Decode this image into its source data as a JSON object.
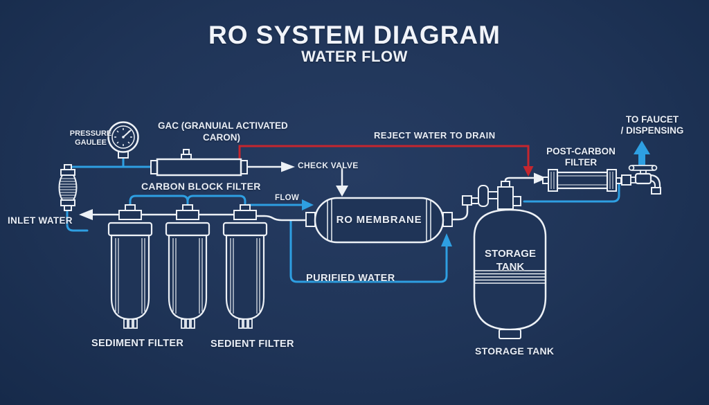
{
  "diagram": {
    "title": "RO SYSTEM DIAGRAM",
    "subtitle": "WATER FLOW",
    "labels": {
      "pressure_gauge_line1": "PRESSURE",
      "pressure_gauge_line2": "GAULEE",
      "gac_line1": "GAC (GRANUIAL ACTIVATED",
      "gac_line2": "CARON)",
      "carbon_block": "CARBON BLOCK FILTER",
      "check_valve": "CHECK VALVE",
      "reject_water": "REJECT WATER TO DRAIN",
      "flow": "FLOW",
      "ro_membrane": "RO MEMBRANE",
      "inlet_water": "INLET WATER",
      "purified_water": "PURIFIED WATER",
      "post_carbon_line1": "POST-CARBON",
      "post_carbon_line2": "FILTER",
      "to_faucet_line1": "TO FAUCET",
      "to_faucet_line2": "/ DISPENSING",
      "storage_tank_inside_line1": "STORAGE",
      "storage_tank_inside_line2": "TANK",
      "storage_tank_below": "STORAGE TANK",
      "sediment_filter_1": "SEDIMENT FILTER",
      "sediment_filter_2": "SEDIENT FILTER"
    },
    "components": [
      "pressure-gauge",
      "inline-strainer",
      "gac-filter",
      "check-valve-arrow",
      "sediment-filter-1",
      "sediment-filter-2",
      "sediment-filter-3",
      "ro-membrane",
      "storage-tank",
      "tank-valve",
      "post-carbon-filter",
      "faucet",
      "reject-water-line",
      "purified-water-line"
    ],
    "colors": {
      "background": "#1f3457",
      "line_white": "#eef2f7",
      "flow_blue": "#2e9fe2",
      "reject_red": "#c5262e"
    }
  }
}
